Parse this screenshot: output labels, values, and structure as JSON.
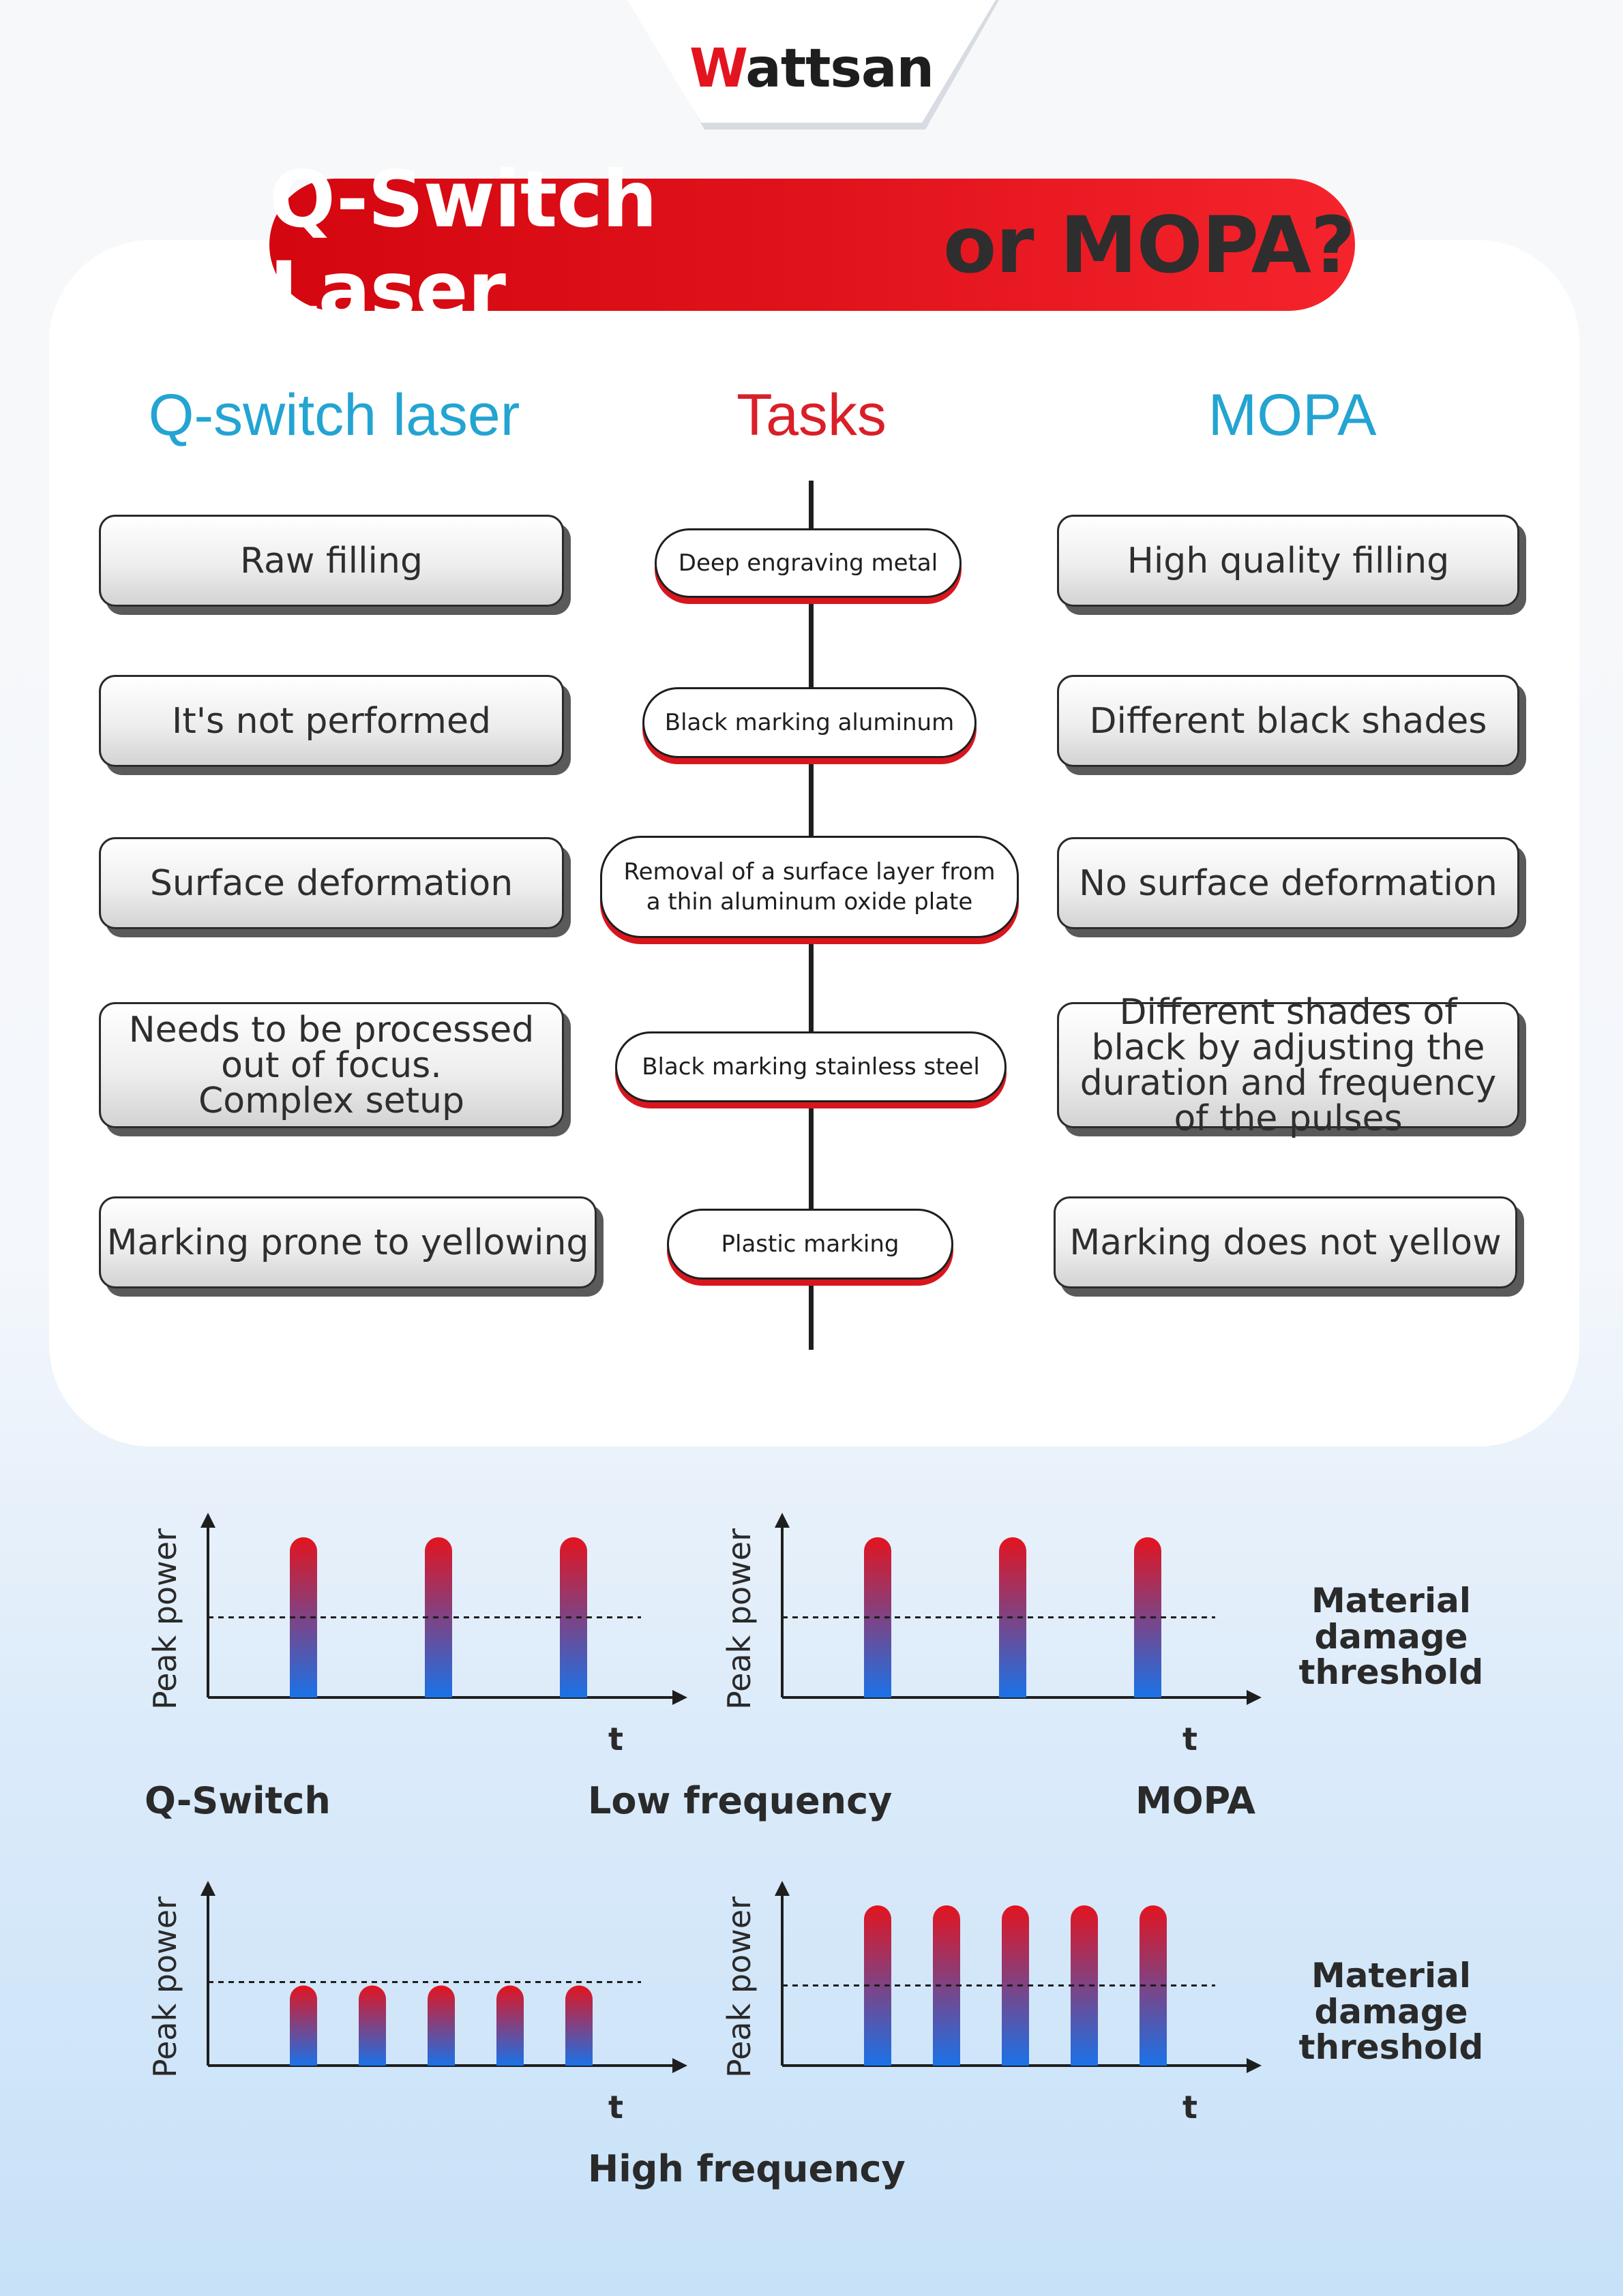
{
  "logo": {
    "prefix": "W",
    "rest": "attsan"
  },
  "title": {
    "part1": "Q-Switch Laser",
    "part2": " or MOPA?"
  },
  "columns": {
    "left": "Q-switch laser",
    "center": "Tasks",
    "right": "MOPA"
  },
  "rows": [
    {
      "left": "Raw filling",
      "task": "Deep engraving metal",
      "right": "High quality filling"
    },
    {
      "left": "It's not performed",
      "task": "Black marking aluminum",
      "right": "Different black shades"
    },
    {
      "left": "Surface deformation",
      "task": "Removal of a surface layer from a thin aluminum oxide plate",
      "right": "No surface deformation"
    },
    {
      "left": "Needs to be processed out of focus.\nComplex setup",
      "task": "Black marking stainless steel",
      "right": "Different shades of black by adjusting the duration and frequency of the pulses"
    },
    {
      "left": "Marking prone to yellowing",
      "task": "Plastic marking",
      "right": "Marking does not yellow"
    }
  ],
  "labels": {
    "qswitch": "Q-Switch",
    "mopa": "MOPA",
    "low_frequency": "Low frequency",
    "high_frequency": "High frequency",
    "threshold_1": "Material damage threshold",
    "threshold_2": "Material damage threshold"
  },
  "colors": {
    "red": "#e3141f",
    "blue": "#1a72e8",
    "accent_blue": "#23a4d2"
  },
  "chart_data": [
    {
      "type": "bar",
      "name": "Q-Switch low frequency",
      "ylabel": "Peak power",
      "xlabel": "t",
      "threshold": 0.5,
      "pulses": [
        1,
        1,
        1
      ]
    },
    {
      "type": "bar",
      "name": "MOPA low frequency",
      "ylabel": "Peak power",
      "xlabel": "t",
      "threshold": 0.5,
      "pulses": [
        1,
        1,
        1
      ]
    },
    {
      "type": "bar",
      "name": "Q-Switch high frequency",
      "ylabel": "Peak power",
      "xlabel": "t",
      "threshold": 0.5,
      "pulses": [
        0.5,
        0.5,
        0.5,
        0.5,
        0.5
      ]
    },
    {
      "type": "bar",
      "name": "MOPA high frequency",
      "ylabel": "Peak power",
      "xlabel": "t",
      "threshold": 0.5,
      "pulses": [
        1,
        1,
        1,
        1,
        1
      ]
    }
  ]
}
